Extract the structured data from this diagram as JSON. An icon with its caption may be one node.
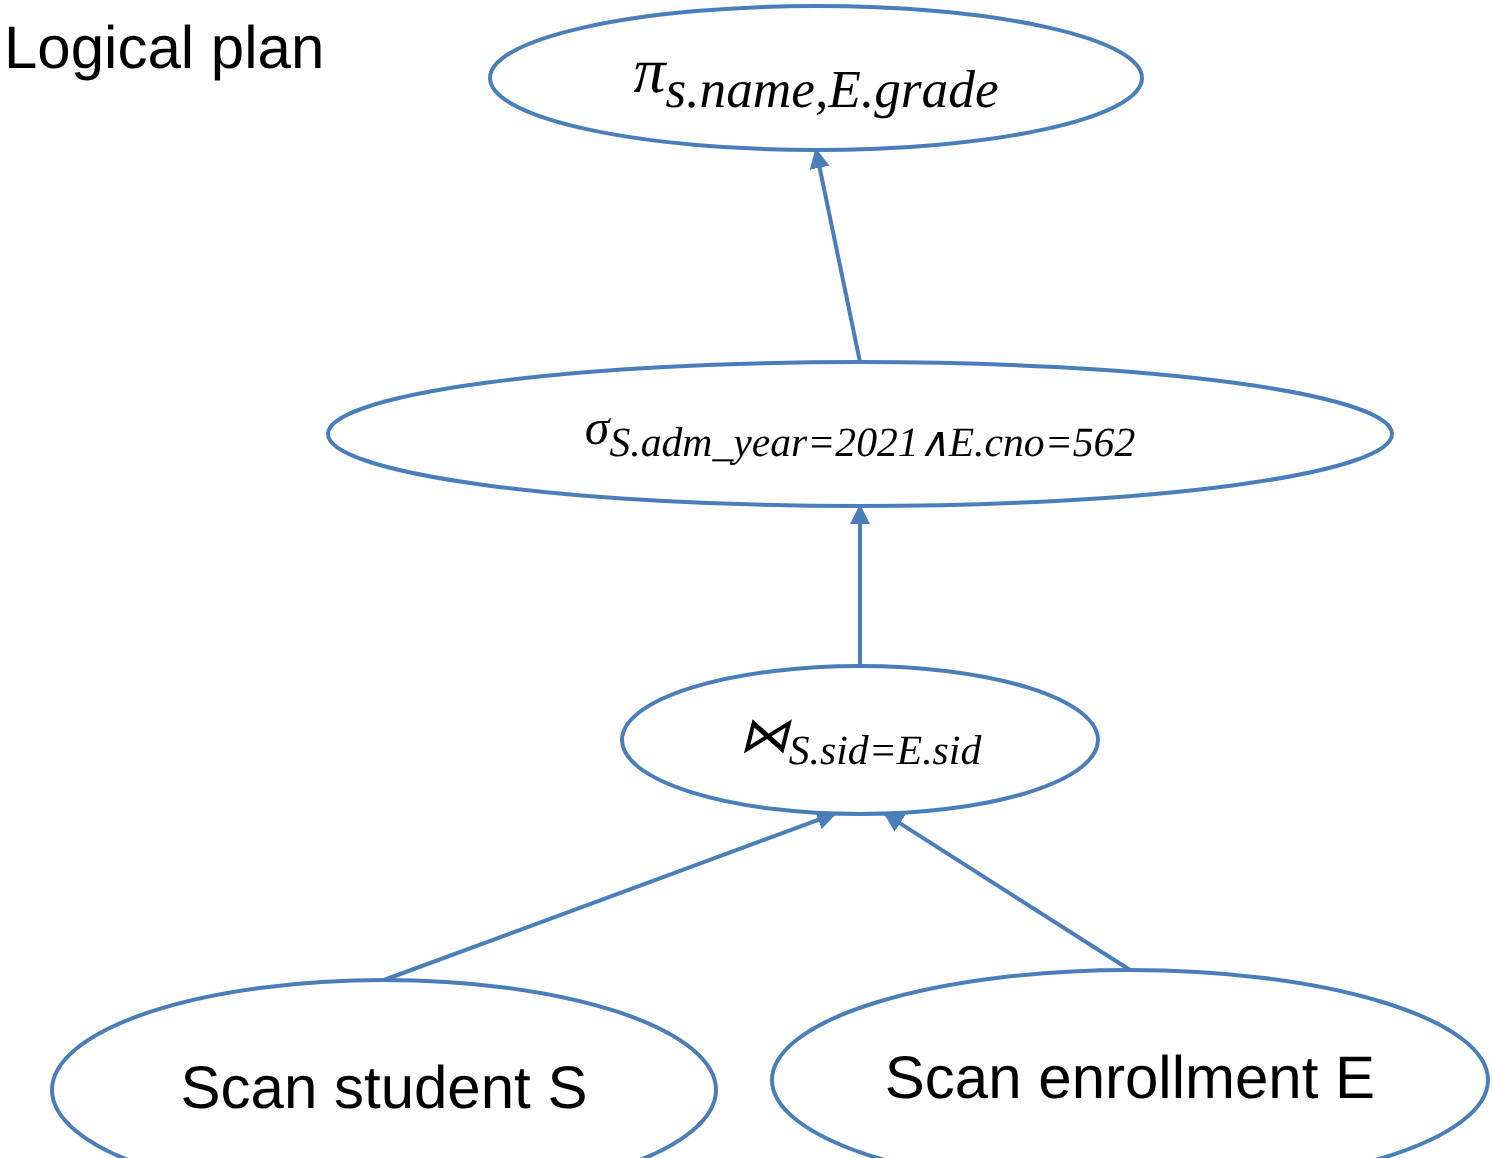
{
  "diagram": {
    "title": "Logical plan",
    "nodes": [
      {
        "text": [
          "π$_{s.name,E.grade}$"
        ]
      },
      {
        "text": [
          "σ$_{S.adm_year=2021∧E.cno=562}$"
        ]
      },
      {
        "text": [
          "⋈$_{S.sid=E.sid}$"
        ]
      },
      {
        "text": [
          "Scan student S"
        ]
      },
      {
        "text": [
          "Scan enrollment E"
        ]
      }
    ],
    "edges": [
      {
        "from": 1,
        "to": 0,
        "arrow": "to"
      },
      {
        "from": 2,
        "to": 1,
        "arrow": "to"
      },
      {
        "from": 3,
        "to": 2,
        "arrow": "to"
      },
      {
        "from": 4,
        "to": 2,
        "arrow": "to"
      }
    ]
  }
}
